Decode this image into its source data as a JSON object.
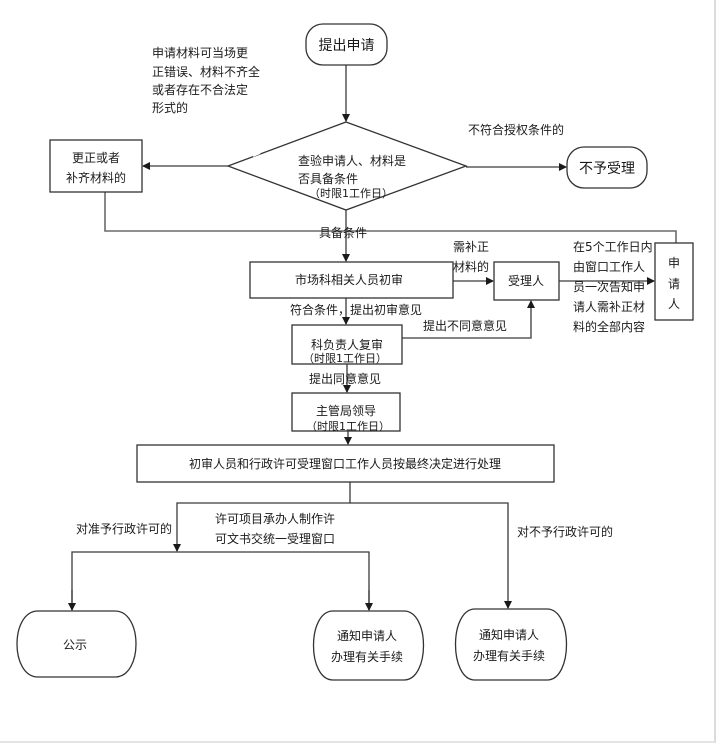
{
  "diagram": {
    "nodes": {
      "submit": "提出申请",
      "check": [
        "查验申请人、材料是",
        "否具备条件",
        "（时限1工作日）"
      ],
      "correct": [
        "更正或者",
        "补齐材料的"
      ],
      "reject": "不予受理",
      "initial_review": "市场科相关人员初审",
      "acceptor": "受理人",
      "applicant": [
        "申",
        "请",
        "人"
      ],
      "section_review": [
        "科负责人复审",
        "（时限1工作日）"
      ],
      "leader": [
        "主管局领导",
        "（时限1工作日）"
      ],
      "final_processing": "初审人员和行政许可受理窗口工作人员按最终决定进行处理",
      "publicize": "公示",
      "notify_approved": [
        "通知申请人",
        "办理有关手续"
      ],
      "notify_rejected": [
        "通知申请人",
        "办理有关手续"
      ]
    },
    "labels": {
      "onsite_correction": [
        "申请材料可当场更",
        "正错误、材料不齐全",
        "或者存在不合法定",
        "形式的"
      ],
      "not_qualified": "不符合授权条件的",
      "qualified": "具备条件",
      "needs_supplement": [
        "需补正",
        "材料的"
      ],
      "notify_within_5_days": [
        "在5个工作日内",
        "由窗口工作人",
        "员一次告知申",
        "请人需补正材",
        "料的全部内容"
      ],
      "meets_conditions": "符合条件，提出初审意见",
      "disagree": "提出不同意意见",
      "agree": "提出同意意见",
      "approve": "对准予行政许可的",
      "make_document": [
        "许可项目承办人制作许",
        "可文书交统一受理窗口"
      ],
      "not_approve": "对不予行政许可的"
    }
  }
}
